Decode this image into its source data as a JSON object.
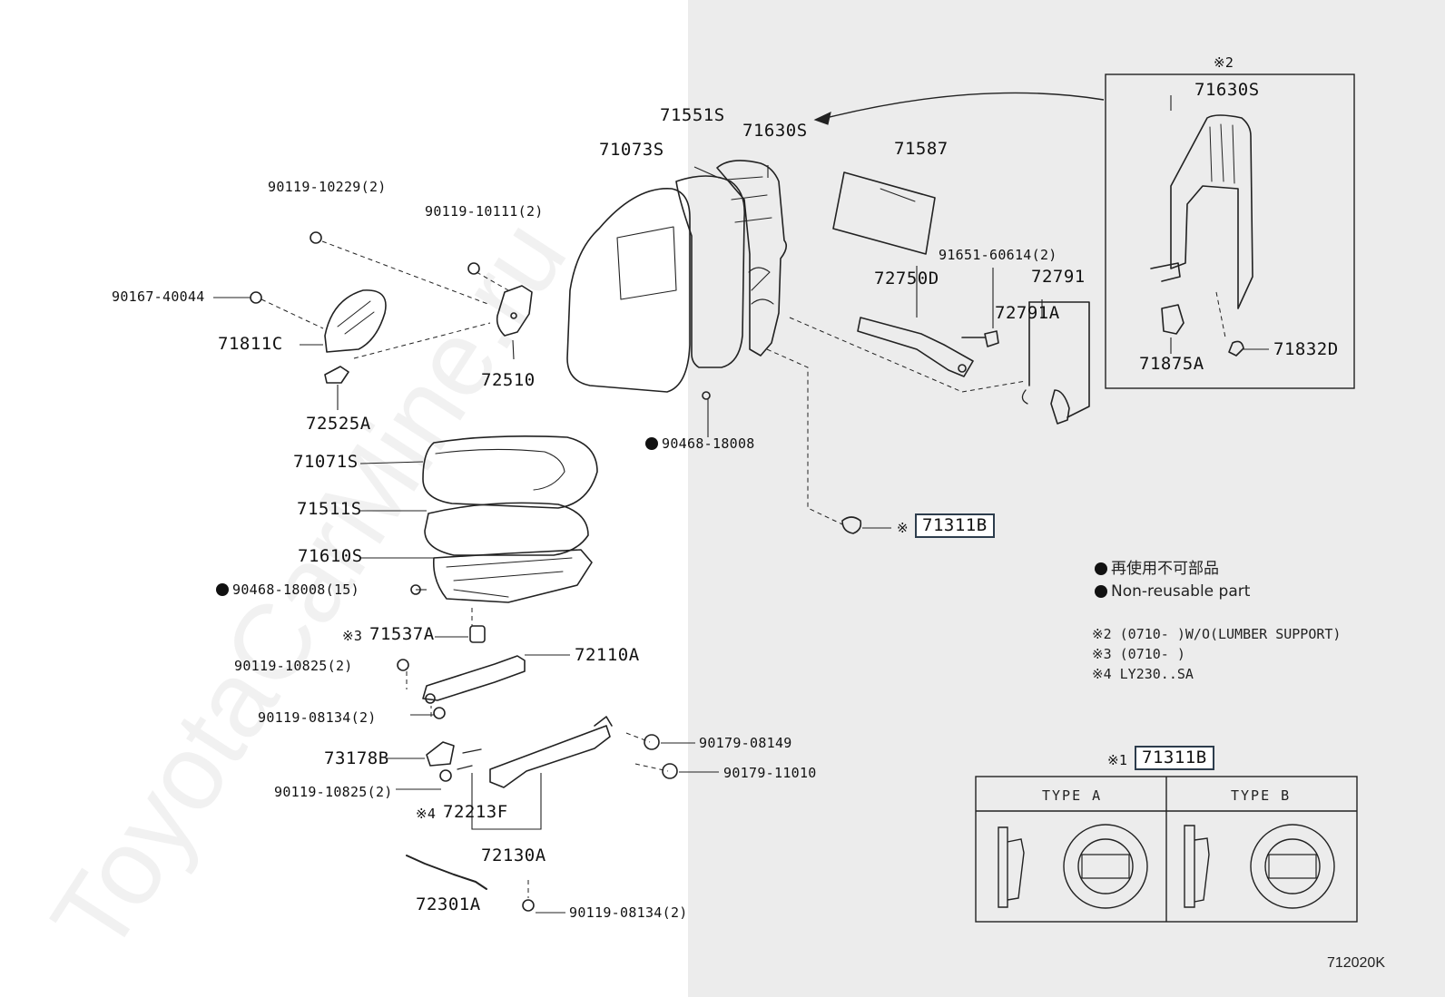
{
  "watermark": "ToyotaCarMine.ru",
  "callouts": {
    "p71073S": "71073S",
    "p71551S": "71551S",
    "p71630S": "71630S",
    "p71587": "71587",
    "p90119_10229": "90119-10229(2)",
    "p90119_10111": "90119-10111(2)",
    "p90167_40044": "90167-40044",
    "p71811C": "71811C",
    "p72510": "72510",
    "p72525A": "72525A",
    "p91651_60614": "91651-60614(2)",
    "p72750D": "72750D",
    "p72791": "72791",
    "p72791A": "72791A",
    "p90468_18008": "90468-18008",
    "p71071S": "71071S",
    "p71511S": "71511S",
    "p71610S": "71610S",
    "p90468_18008_15": "90468-18008(15)",
    "p71537A": "71537A",
    "p71537A_mark": "※3",
    "p72110A": "72110A",
    "p90119_10825_a": "90119-10825(2)",
    "p90119_08134_a": "90119-08134(2)",
    "p90179_08149": "90179-08149",
    "p90179_11010": "90179-11010",
    "p73178B": "73178B",
    "p90119_10825_b": "90119-10825(2)",
    "p72213F": "72213F",
    "p72213F_mark": "※4",
    "p72130A": "72130A",
    "p72301A": "72301A",
    "p90119_08134_b": "90119-08134(2)",
    "p71311B": "71311B",
    "p71311B_mark": "※"
  },
  "inset": {
    "mark": "※2",
    "p71630S": "71630S",
    "p71875A": "71875A",
    "p71832D": "71832D"
  },
  "legend": {
    "jp": "再使用不可部品",
    "en": "Non-reusable part"
  },
  "notes": [
    "※2 (0710-      )W/O(LUMBER SUPPORT)",
    "※3 (0710-      )",
    "※4 LY230..SA"
  ],
  "type_table": {
    "mark": "※1",
    "part": "71311B",
    "col_a": "TYPE A",
    "col_b": "TYPE B"
  },
  "figure_code": "712020K",
  "colors": {
    "line": "#222222",
    "box_border": "#2d3d4d",
    "right_panel": "#ececec"
  }
}
